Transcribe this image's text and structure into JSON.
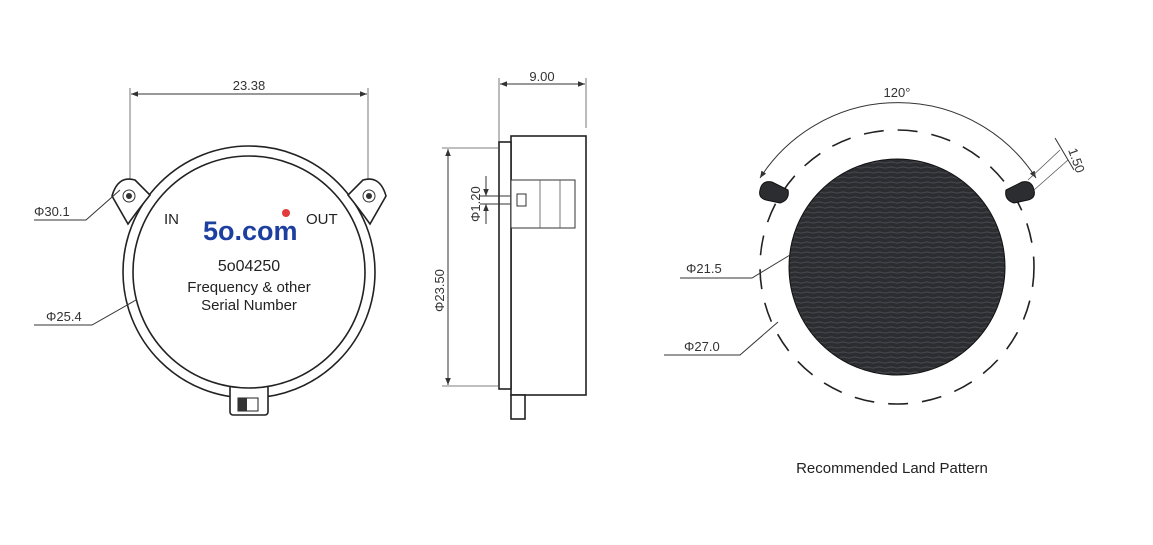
{
  "front_view": {
    "dim_width": "23.38",
    "dim_outer_dia": "Φ30.1",
    "dim_body_dia": "Φ25.4",
    "port_in": "IN",
    "port_out": "OUT",
    "logo_text": "5o.com",
    "part_number": "5o04250",
    "text_line1": "Frequency & other",
    "text_line2": "Serial Number"
  },
  "side_view": {
    "dim_thickness": "9.00",
    "dim_pin_dia": "Φ1.20",
    "dim_height": "Φ23.50"
  },
  "land_pattern": {
    "dim_angle": "120°",
    "dim_pad": "1.50",
    "dim_inner_dia": "Φ21.5",
    "dim_outer_dia": "Φ27.0",
    "caption": "Recommended Land Pattern"
  },
  "colors": {
    "logo_blue": "#1d3fa0",
    "logo_dot": "#e23b3b",
    "pad_fill": "#2b2d31"
  }
}
